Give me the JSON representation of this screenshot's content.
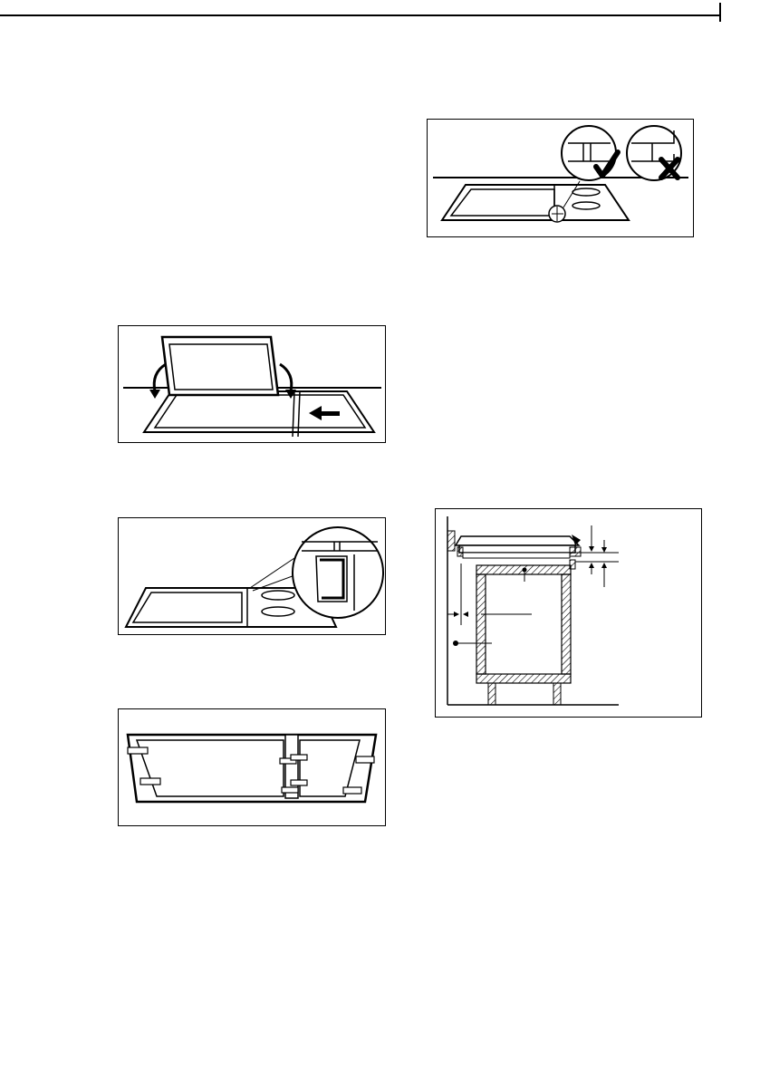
{
  "figures": [
    {
      "id": "fig-ok-not-ok",
      "icons": [
        "check-icon",
        "cross-icon"
      ]
    },
    {
      "id": "fig-fold-together"
    },
    {
      "id": "fig-join-detail"
    },
    {
      "id": "fig-bottom-brackets"
    },
    {
      "id": "fig-cabinet-section"
    }
  ]
}
